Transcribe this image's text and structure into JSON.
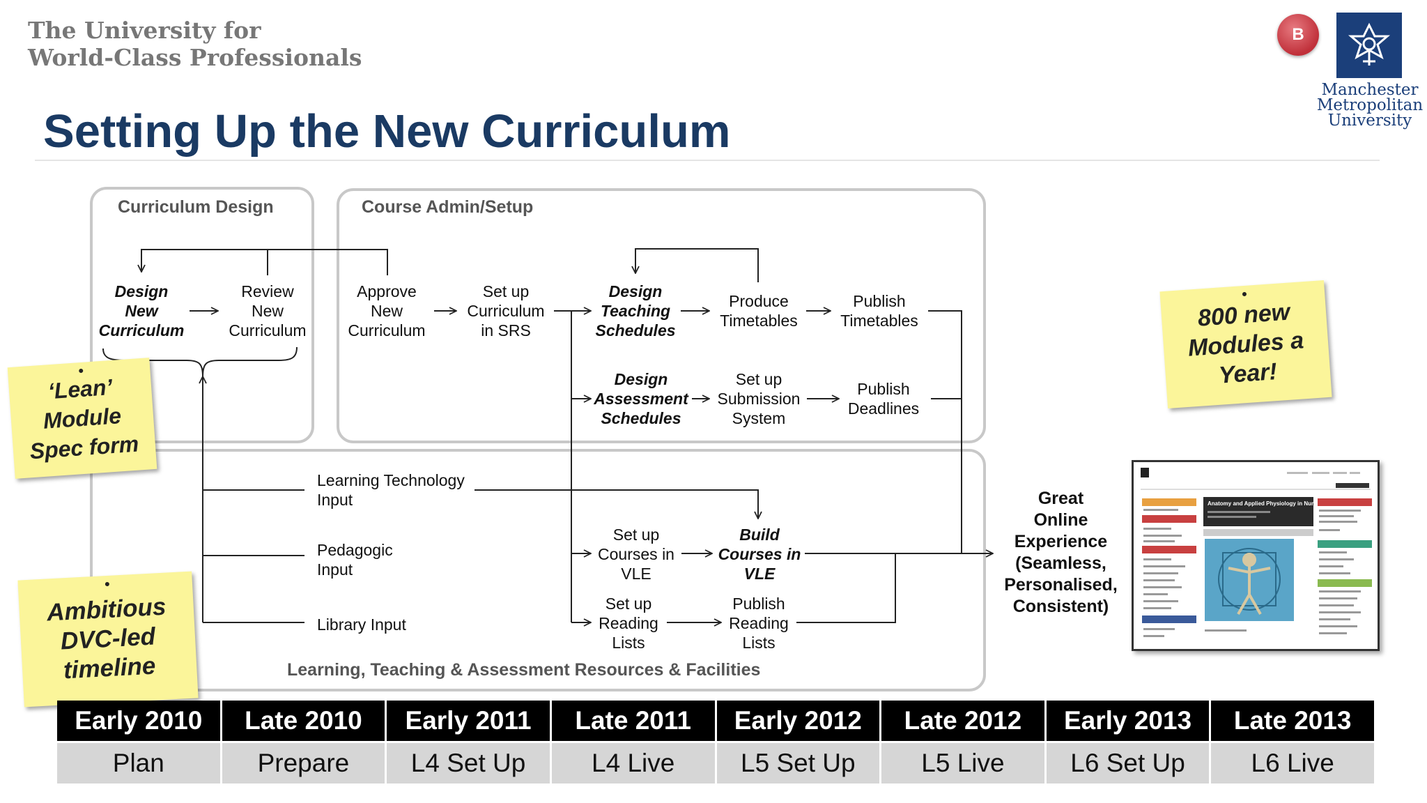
{
  "header": {
    "tagline": "The University for\nWorld-Class Professionals",
    "title": "Setting Up the New Curriculum",
    "badge": "B",
    "logo_text": "Manchester\nMetropolitan\nUniversity"
  },
  "panels": {
    "curriculum_design": "Curriculum Design",
    "course_admin": "Course Admin/Setup",
    "resources": "Learning, Teaching & Assessment Resources & Facilities"
  },
  "nodes": {
    "design_new_curriculum": "Design\nNew\nCurriculum",
    "review_new_curriculum": "Review\nNew\nCurriculum",
    "approve_new_curriculum": "Approve\nNew\nCurriculum",
    "setup_curriculum_srs": "Set up\nCurriculum\nin SRS",
    "design_teaching_schedules": "Design\nTeaching\nSchedules",
    "produce_timetables": "Produce\nTimetables",
    "publish_timetables": "Publish\nTimetables",
    "design_assessment_schedules": "Design\nAssessment\nSchedules",
    "setup_submission_system": "Set up\nSubmission\nSystem",
    "publish_deadlines": "Publish\nDeadlines",
    "learning_technology_input": "Learning Technology\nInput",
    "pedagogic_input": "Pedagogic\nInput",
    "library_input": "Library Input",
    "setup_courses_vle": "Set up\nCourses in\nVLE",
    "build_courses_vle": "Build\nCourses in\nVLE",
    "setup_reading_lists": "Set up\nReading\nLists",
    "publish_reading_lists": "Publish\nReading\nLists"
  },
  "outcome": "Great\nOnline\nExperience\n(Seamless,\nPersonalised,\nConsistent)",
  "stickies": {
    "lean": "‘Lean’\nModule\nSpec form",
    "ambitious": "Ambitious\nDVC-led\ntimeline",
    "modules": "800 new\nModules a\nYear!"
  },
  "thumbnail": {
    "heading": "Anatomy and Applied Physiology in Nursing"
  },
  "timeline": {
    "periods": [
      "Early 2010",
      "Late 2010",
      "Early 2011",
      "Late 2011",
      "Early 2012",
      "Late 2012",
      "Early 2013",
      "Late 2013"
    ],
    "phases": [
      "Plan",
      "Prepare",
      "L4 Set Up",
      "L4 Live",
      "L5 Set Up",
      "L5 Live",
      "L6 Set Up",
      "L6 Live"
    ]
  },
  "colors": {
    "title": "#1a3a63",
    "sticky": "#fbf59a",
    "badge": "#c0303a",
    "logo": "#1b3f7a",
    "panel_border": "#c8c8c8"
  }
}
